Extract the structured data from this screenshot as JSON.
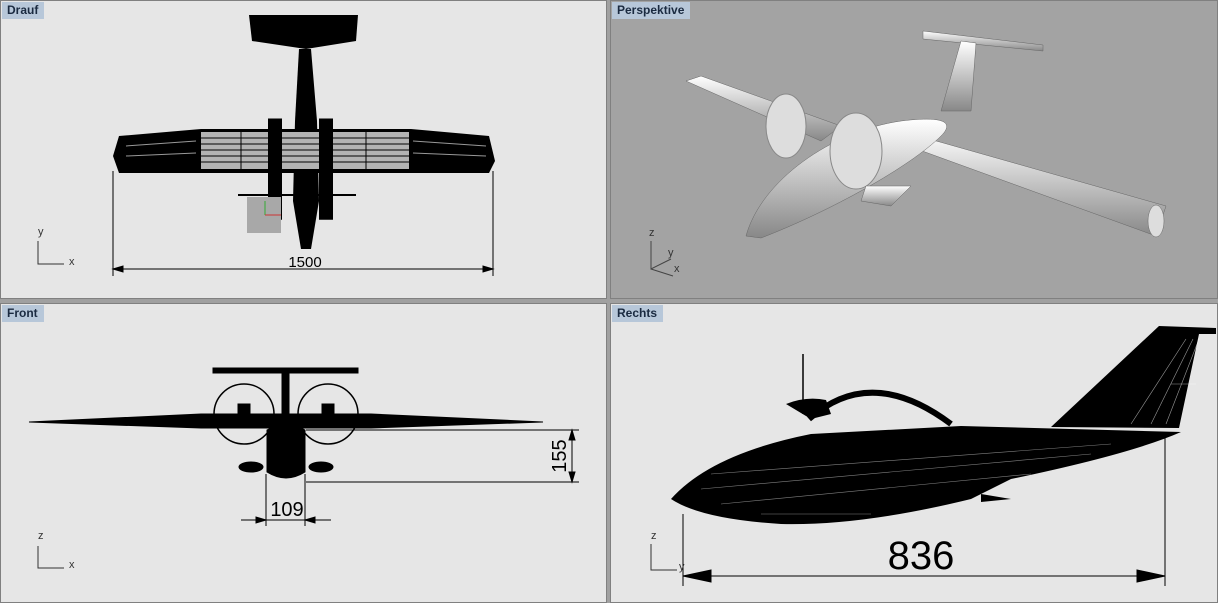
{
  "viewports": {
    "top": {
      "title": "Drauf",
      "dimension": "1500",
      "axes": {
        "v": "y",
        "h": "x"
      }
    },
    "perspective": {
      "title": "Perspektive",
      "axes": {
        "v": "z",
        "d1": "y",
        "d2": "x"
      }
    },
    "front": {
      "title": "Front",
      "dimension_width": "109",
      "dimension_height": "155",
      "axes": {
        "v": "z",
        "h": "x"
      }
    },
    "right": {
      "title": "Rechts",
      "dimension": "836",
      "axes": {
        "v": "z",
        "h": "y"
      }
    }
  }
}
